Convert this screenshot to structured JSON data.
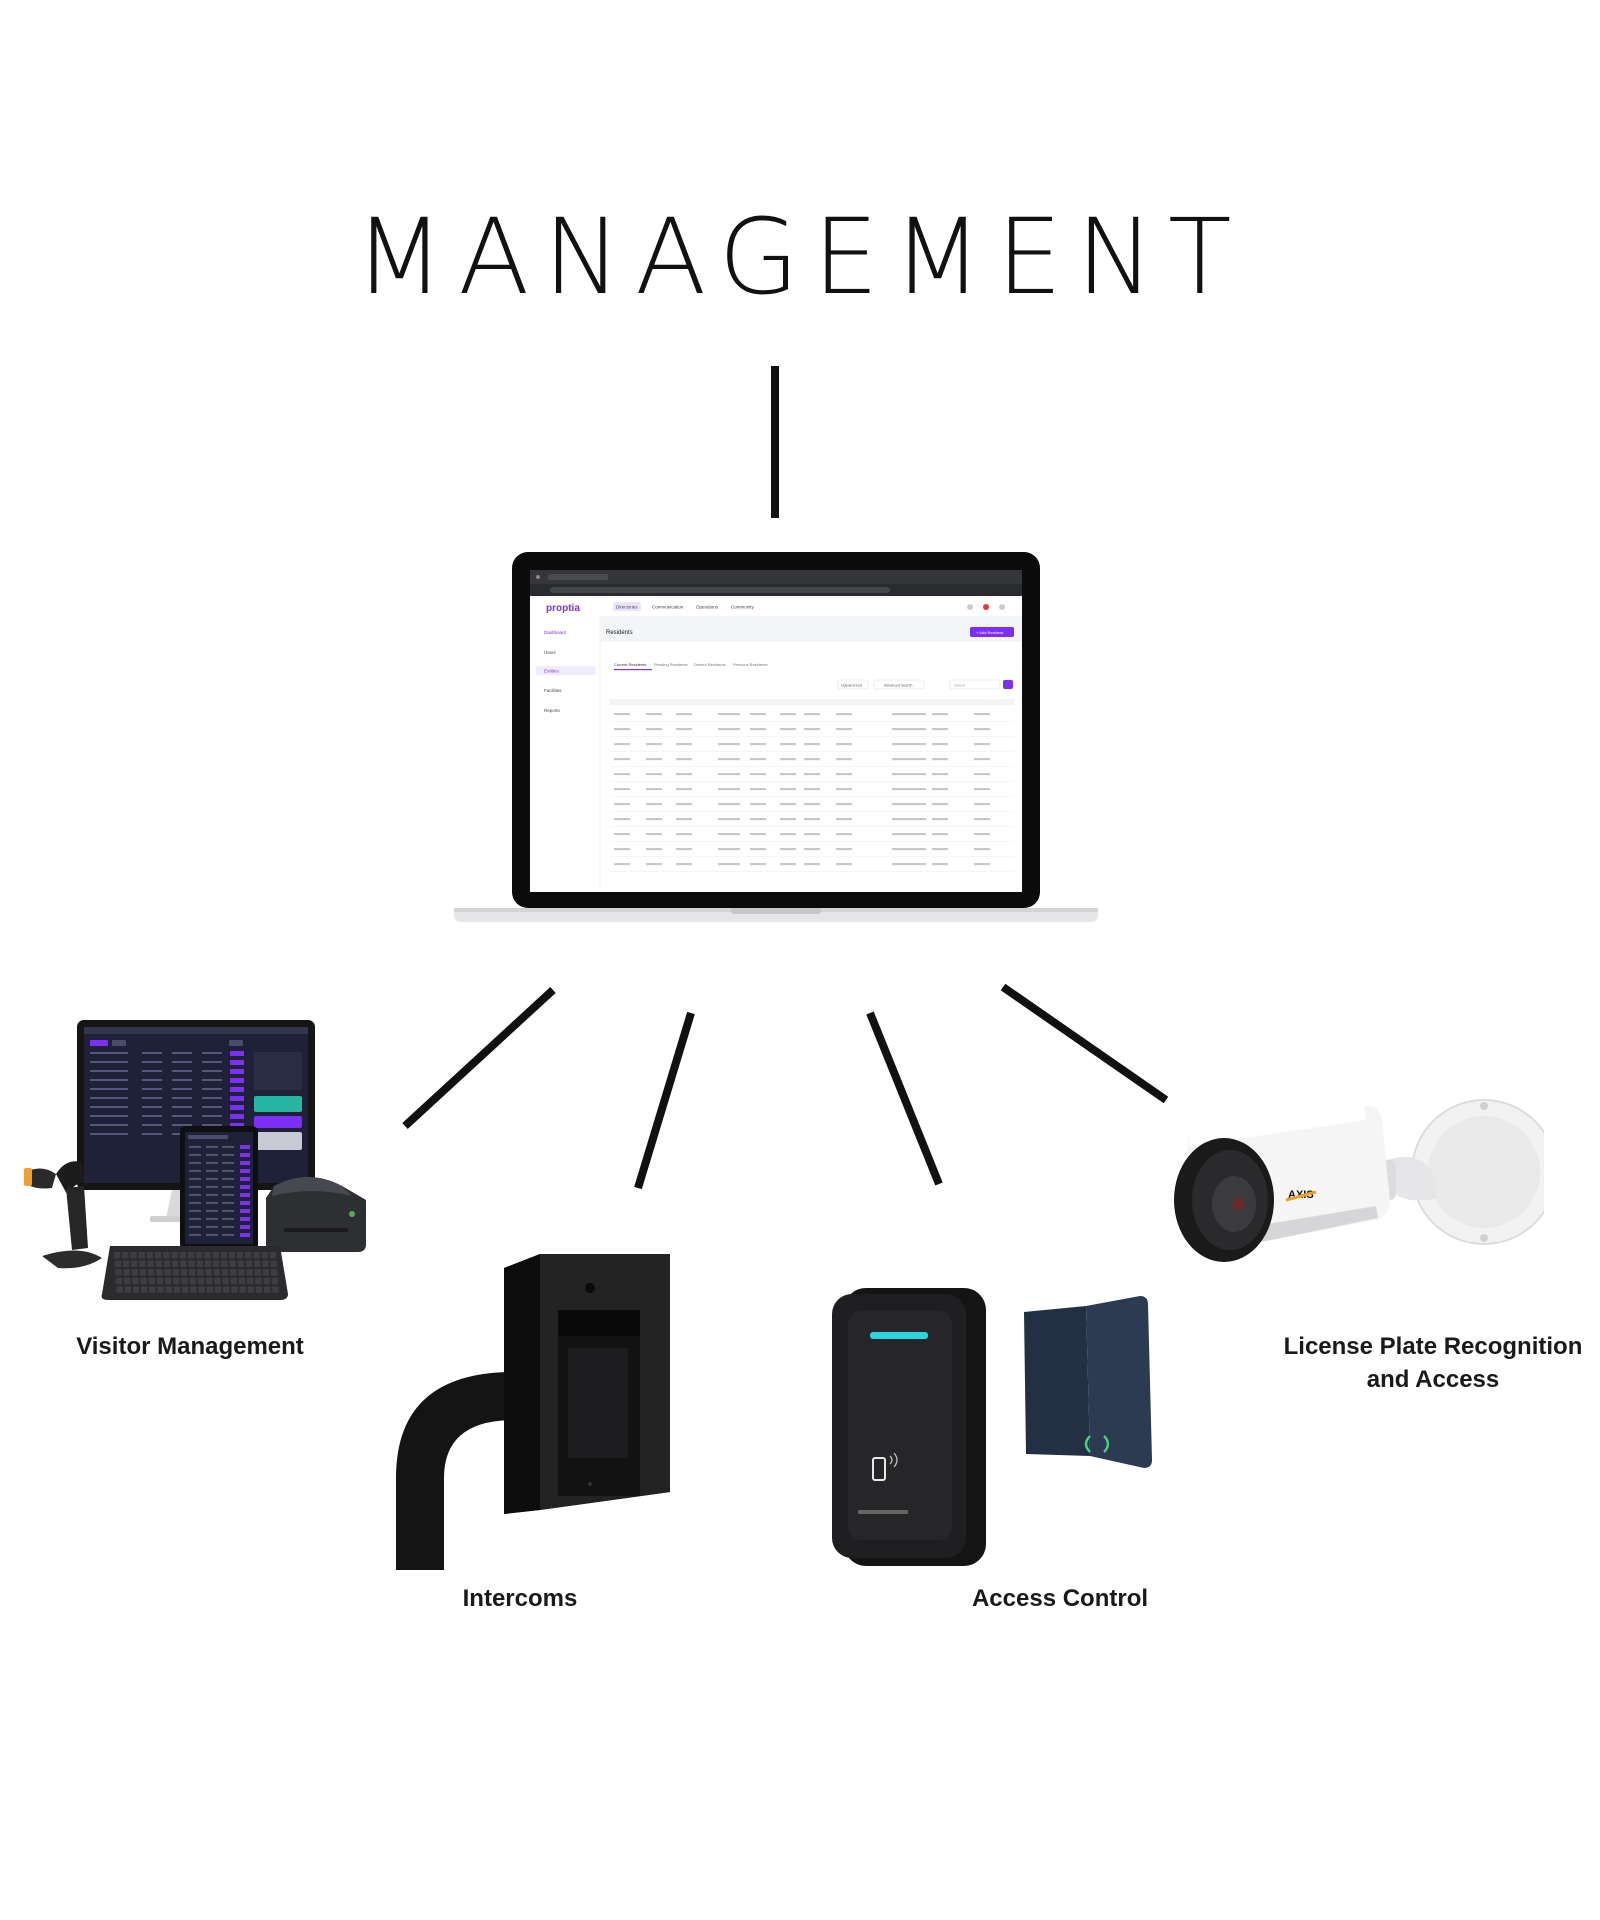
{
  "title": "MANAGEMENT",
  "laptop": {
    "app_logo": "proptia",
    "nav": [
      "Directories",
      "Communication",
      "Operations",
      "Community"
    ],
    "sidebar": [
      "Dashboard",
      "Users",
      "Entities",
      "Facilities",
      "Reports"
    ],
    "page_title": "Residents",
    "add_button": "+ Add Resident",
    "tabs": [
      "Current Residents",
      "Pending Residents",
      "Denied Residents",
      "Previous Residents"
    ],
    "toolbar": [
      "Upload Excel",
      "Advanced Search",
      "Search"
    ]
  },
  "nodes": [
    {
      "id": "visitor",
      "label": "Visitor Management"
    },
    {
      "id": "intercoms",
      "label": "Intercoms"
    },
    {
      "id": "access",
      "label": "Access Control"
    },
    {
      "id": "lpr",
      "label": "License Plate Recognition and Access"
    }
  ],
  "camera_brand": "AXIS",
  "colors": {
    "accent": "#7b2ff7",
    "ink": "#111111"
  }
}
